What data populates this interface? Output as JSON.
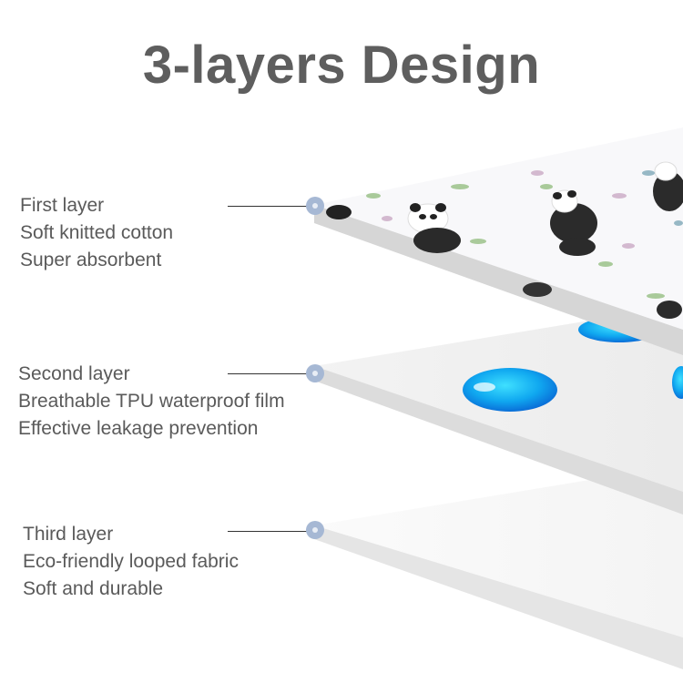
{
  "title": "3-layers Design",
  "layers": [
    {
      "name": "First layer",
      "line2": "Soft knitted cotton",
      "line3": "Super absorbent",
      "material": "panda-print cotton"
    },
    {
      "name": "Second layer",
      "line2": "Breathable TPU waterproof film",
      "line3": "Effective leakage prevention",
      "material": "TPU film with water droplets"
    },
    {
      "name": "Third layer",
      "line2": "Eco-friendly looped fabric",
      "line3": "Soft and durable",
      "material": "looped fabric"
    }
  ],
  "colors": {
    "title": "#5e5e5e",
    "text": "#5a5a5a",
    "marker": "#a6b8d4",
    "droplet": "#1a9cf0"
  }
}
